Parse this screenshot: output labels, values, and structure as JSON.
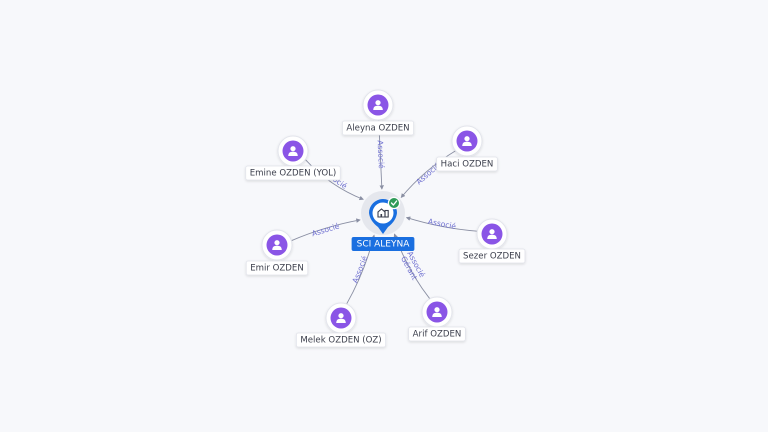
{
  "company": {
    "name": "SCI ALEYNA",
    "verified": true,
    "icon": "building-icon",
    "accent_color": "#1a6fe0",
    "verified_color": "#2e9b57"
  },
  "person_color": "#8a55e6",
  "people": [
    {
      "id": "aleyna",
      "name": "Aleyna OZDEN",
      "relations": [
        "Associé"
      ],
      "icon": "person-icon"
    },
    {
      "id": "haci",
      "name": "Haci OZDEN",
      "relations": [
        "Associé"
      ],
      "icon": "person-icon"
    },
    {
      "id": "sezer",
      "name": "Sezer OZDEN",
      "relations": [
        "Associé"
      ],
      "icon": "person-icon"
    },
    {
      "id": "arif",
      "name": "Arif OZDEN",
      "relations": [
        "Gérant",
        "Associé"
      ],
      "icon": "person-icon"
    },
    {
      "id": "melek",
      "name": "Melek OZDEN (OZ)",
      "relations": [
        "Associé"
      ],
      "icon": "person-icon"
    },
    {
      "id": "emir",
      "name": "Emir OZDEN",
      "relations": [
        "Associé"
      ],
      "icon": "person-icon"
    },
    {
      "id": "emine",
      "name": "Emine OZDEN (YOL)",
      "relations": [
        "Associé"
      ],
      "icon": "person-icon"
    }
  ]
}
